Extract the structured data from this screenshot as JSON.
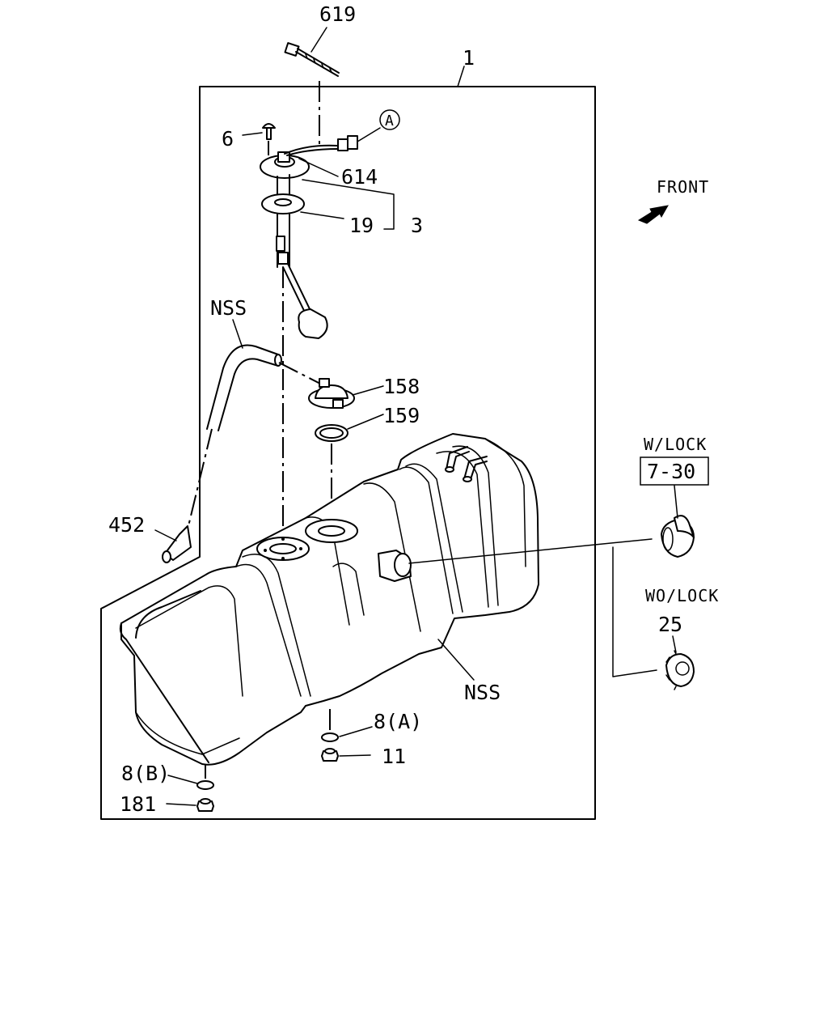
{
  "labels": {
    "part_1": "1",
    "part_619": "619",
    "part_6": "6",
    "part_614": "614",
    "part_19": "19",
    "part_3": "3",
    "ref_a": "A",
    "nss_top": "NSS",
    "part_158": "158",
    "part_159": "159",
    "part_452": "452",
    "nss_bottom": "NSS",
    "part_8a": "8(A)",
    "part_11": "11",
    "part_8b": "8(B)",
    "part_181": "181",
    "front": "FRONT",
    "w_lock": "W/LOCK",
    "ref_7_30": "7-30",
    "wo_lock": "WO/LOCK",
    "part_25": "25"
  }
}
